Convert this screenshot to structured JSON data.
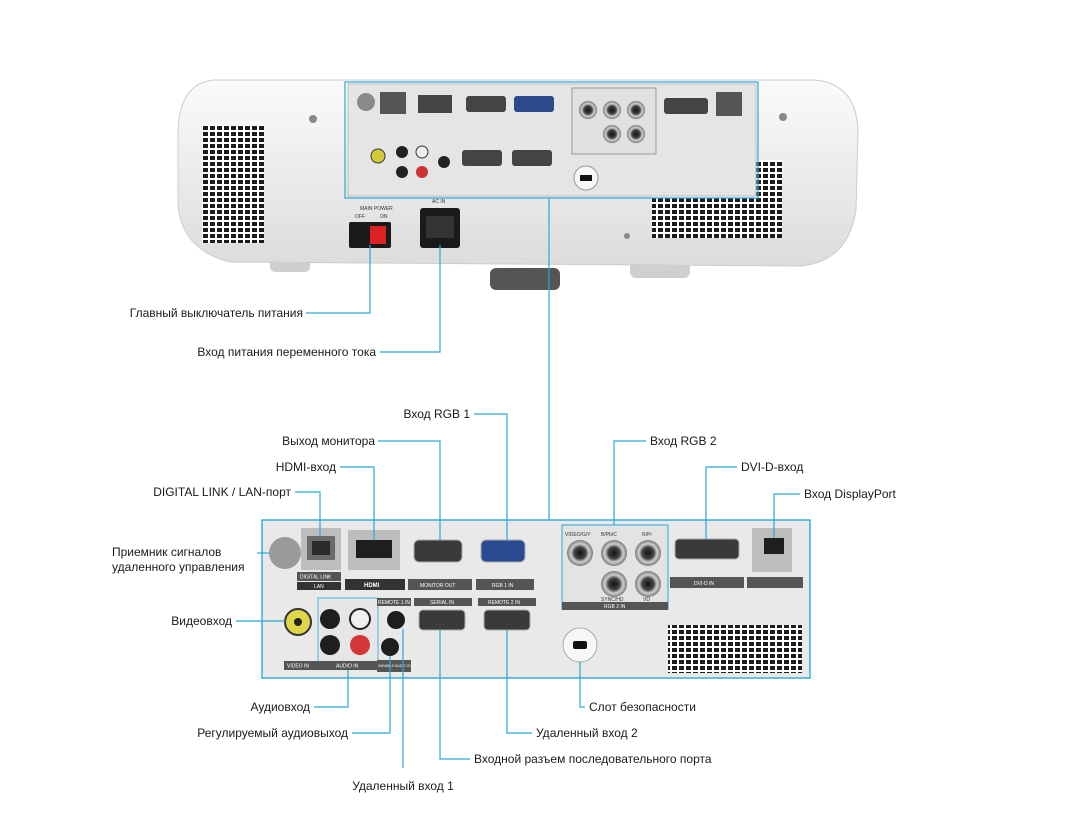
{
  "colors": {
    "leader": "#29a8d8",
    "body": "#f2f2f2",
    "panel": "#e9e9e9",
    "port_label_bar": "#555555"
  },
  "callouts": {
    "main_power": "Главный выключатель питания",
    "ac_in": "Вход питания переменного тока",
    "rgb1": "Вход RGB 1",
    "monitor_out": "Выход монитора",
    "hdmi": "HDMI-вход",
    "digital_link": "DIGITAL LINK / LAN-порт",
    "remote_receiver_1": "Приемник сигналов",
    "remote_receiver_2": "удаленного управления",
    "video_in": "Видеовход",
    "rgb2": "Вход RGB 2",
    "dvi": "DVI-D-вход",
    "displayport": "Вход DisplayPort",
    "audio_in": "Аудиовход",
    "variable_audio_out": "Регулируемый аудиовыход",
    "remote_in_1": "Удаленный вход 1",
    "serial_in": "Входной разъем последовательного порта",
    "remote_in_2": "Удаленный вход 2",
    "security_slot": "Слот безопасности"
  },
  "panel_labels": {
    "digital_link": "DIGITAL LINK",
    "lan": "LAN",
    "hdmi": "HDMI",
    "monitor_out": "MONITOR OUT",
    "rgb1_in": "RGB 1 IN",
    "rgb2_in": "RGB 2 IN",
    "dvi_d_in": "DVI-D IN",
    "video_in": "VIDEO IN",
    "audio_in": "AUDIO IN",
    "remote1_in": "REMOTE 1 IN",
    "serial_in": "SERIAL IN",
    "remote2_in": "REMOTE 2 IN",
    "variable_audio_out": "VARIABLE AUDIO OUT",
    "video_gy": "VIDEO/G/Y",
    "b_pb_cb": "B/Pb/C",
    "r_pr": "R/Pr",
    "sync_hd": "SYNC/HD",
    "vd": "VD",
    "main_power": "MAIN POWER",
    "off": "OFF",
    "on": "ON",
    "ac_in": "AC IN"
  }
}
